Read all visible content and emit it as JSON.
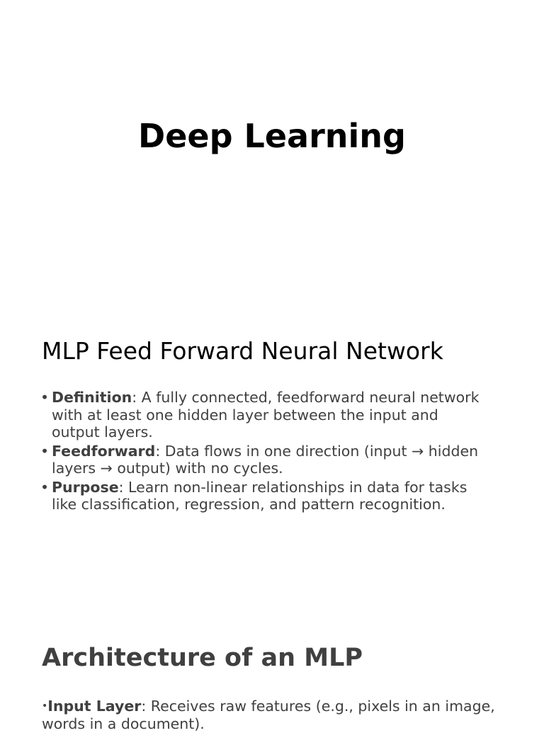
{
  "slide1": {
    "title": "Deep Learning"
  },
  "slide2": {
    "heading": "MLP Feed Forward Neural Network",
    "bullets": [
      {
        "term": "Definition",
        "text": ": A fully connected, feedforward neural network with at least one hidden layer between the input and output layers."
      },
      {
        "term": "Feedforward",
        "text": ": Data flows in one direction (input → hidden layers → output) with no cycles."
      },
      {
        "term": "Purpose",
        "text": ": Learn non-linear relationships in data for tasks like classification, regression, and pattern recognition."
      }
    ]
  },
  "slide3": {
    "heading": "Architecture of an MLP",
    "bullets": [
      {
        "term": "Input Layer",
        "text": ": Receives raw features (e.g., pixels in an image, words in a document)."
      }
    ]
  },
  "bullet_glyph": "•"
}
